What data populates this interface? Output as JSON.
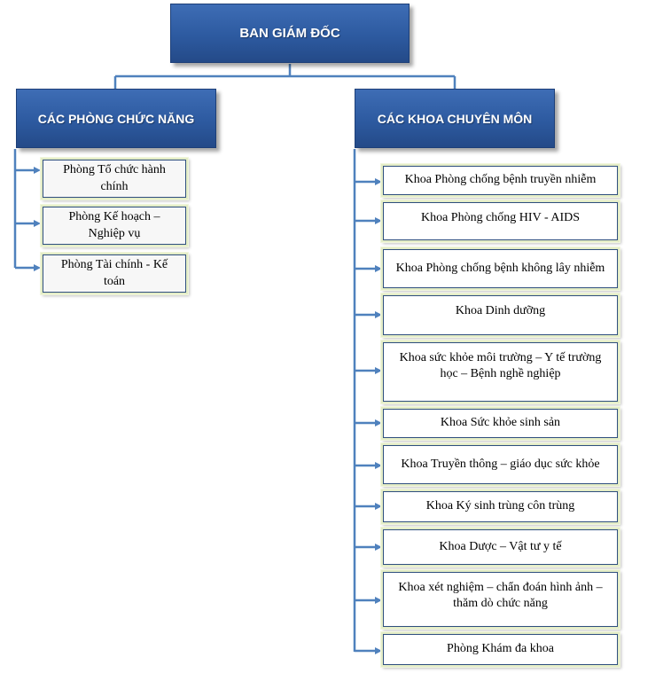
{
  "top": {
    "title": "BAN GIÁM ĐỐC"
  },
  "left_branch": {
    "title": "CÁC PHÒNG CHỨC NĂNG",
    "items": [
      "Phòng Tổ chức hành chính",
      "Phòng Kế hoạch – Nghiệp vụ",
      "Phòng Tài chính - Kế toán"
    ]
  },
  "right_branch": {
    "title": "CÁC KHOA CHUYÊN MÔN",
    "items": [
      "Khoa Phòng chống bệnh truyền nhiễm",
      "Khoa Phòng chống HIV - AIDS",
      "Khoa Phòng chống bệnh không lây nhiễm",
      "Khoa Dinh dưỡng",
      "Khoa sức khỏe môi trường – Y tế trường học – Bệnh nghề nghiệp",
      "Khoa Sức khỏe sinh sản",
      "Khoa Truyền thông – giáo dục sức khỏe",
      "Khoa Ký sinh trùng côn trùng",
      "Khoa Dược – Vật tư y tế",
      "Khoa xét nghiệm – chẩn đoán hình ảnh – thăm dò chức năng",
      "Phòng Khám đa khoa"
    ]
  },
  "colors": {
    "header_fill": "#2d5aa0",
    "connector": "#4f81bd",
    "box_border": "#2f4f7f",
    "box_glow": "#e4edc6"
  }
}
